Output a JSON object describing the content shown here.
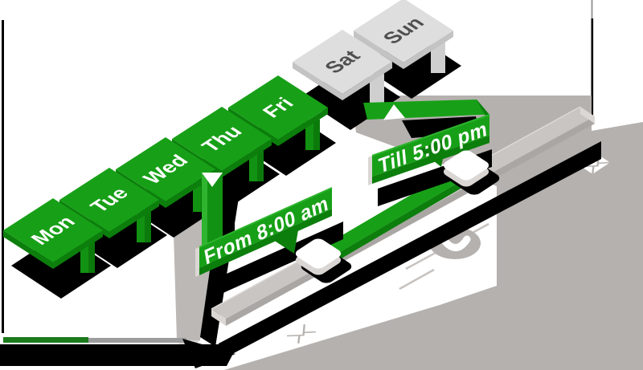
{
  "widget": {
    "type": "weekly-schedule-with-time-range",
    "description": "Isometric illustration: selected weekdays and call-hours slider"
  },
  "days": [
    {
      "label": "Mon",
      "state": "selected"
    },
    {
      "label": "Tue",
      "state": "selected"
    },
    {
      "label": "Wed",
      "state": "selected"
    },
    {
      "label": "Thu",
      "state": "selected"
    },
    {
      "label": "Fri",
      "state": "selected"
    },
    {
      "label": "Sat",
      "state": "unselected"
    },
    {
      "label": "Sun",
      "state": "unselected"
    }
  ],
  "time_range": {
    "from": "From 8:00 am",
    "till": "Till 5:00 pm"
  },
  "icons": {
    "phone": "phone-handset-icon",
    "envelope_right": "envelope-icon",
    "envelope_bottom": "envelope-icon"
  },
  "colors": {
    "selected_green": "#17a017",
    "dark_green_side": "#0c7e0c",
    "unselected_gray": "#dedede",
    "surface_gray": "#b5b1ae",
    "track_gray": "#c9c5c2",
    "handle_white": "#ffffff",
    "shadow_black": "#000000"
  }
}
